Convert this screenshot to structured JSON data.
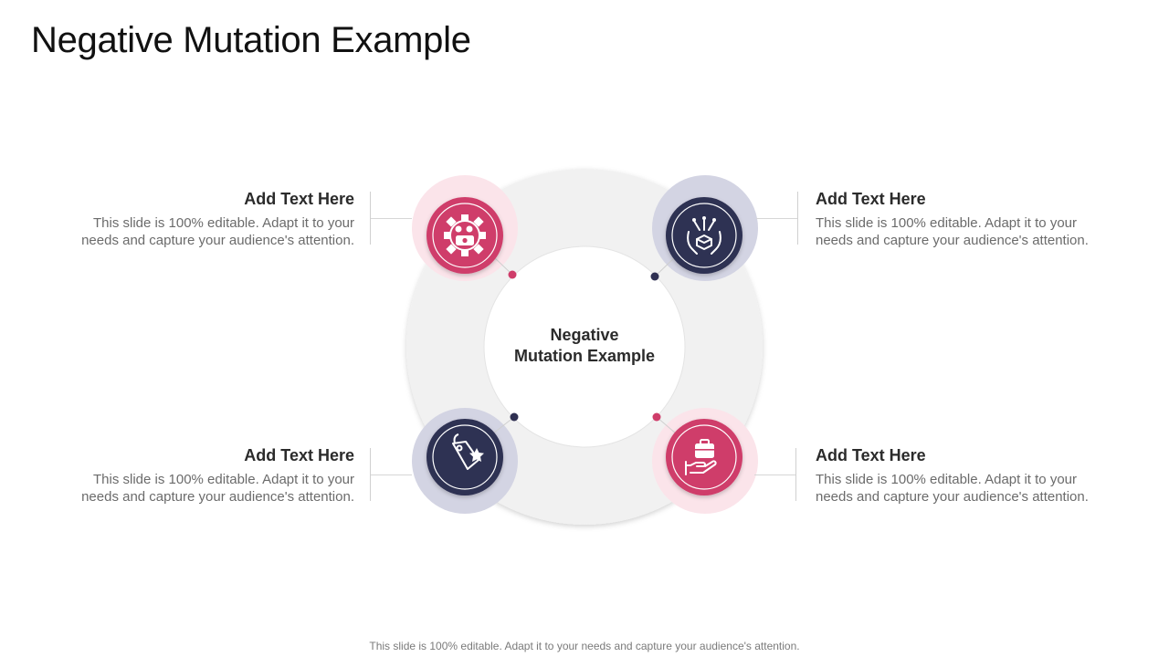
{
  "title": "Negative Mutation Example",
  "center": {
    "line1": "Negative",
    "line2": "Mutation Example"
  },
  "items": [
    {
      "heading": "Add Text Here",
      "body": "This slide is 100% editable. Adapt it to your needs and capture your audience's attention.",
      "icon": "gear-money-icon",
      "color": "#cf3d6a"
    },
    {
      "heading": "Add Text Here",
      "body": "This slide is 100% editable. Adapt it to your needs and capture your audience's attention.",
      "icon": "hands-box-icon",
      "color": "#2f3052"
    },
    {
      "heading": "Add Text Here",
      "body": "This slide is 100% editable. Adapt it to your needs and capture your audience's attention.",
      "icon": "price-tag-star-icon",
      "color": "#2f3052"
    },
    {
      "heading": "Add Text Here",
      "body": "This slide is 100% editable. Adapt it to your needs and capture your audience's attention.",
      "icon": "hand-briefcase-icon",
      "color": "#cf3d6a"
    }
  ],
  "footer": "This slide is 100% editable. Adapt it to your needs and capture your audience's attention.",
  "colors": {
    "pink": "#cf3d6a",
    "navy": "#2f3052",
    "ring": "#f1f1f1"
  }
}
